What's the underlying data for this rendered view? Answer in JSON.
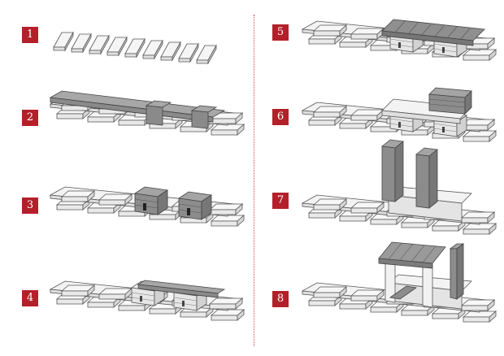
{
  "steps": [
    {
      "label": "1"
    },
    {
      "label": "2"
    },
    {
      "label": "3"
    },
    {
      "label": "4"
    },
    {
      "label": "5"
    },
    {
      "label": "6"
    },
    {
      "label": "7"
    },
    {
      "label": "8"
    }
  ],
  "colors": {
    "badge": "#b3202a",
    "divider": "#c9424a",
    "light_face": "#eeeeee",
    "light_top": "#f7f7f7",
    "dark_face": "#8a8a8a",
    "dark_top": "#a7a7a7",
    "outline": "#555555"
  }
}
